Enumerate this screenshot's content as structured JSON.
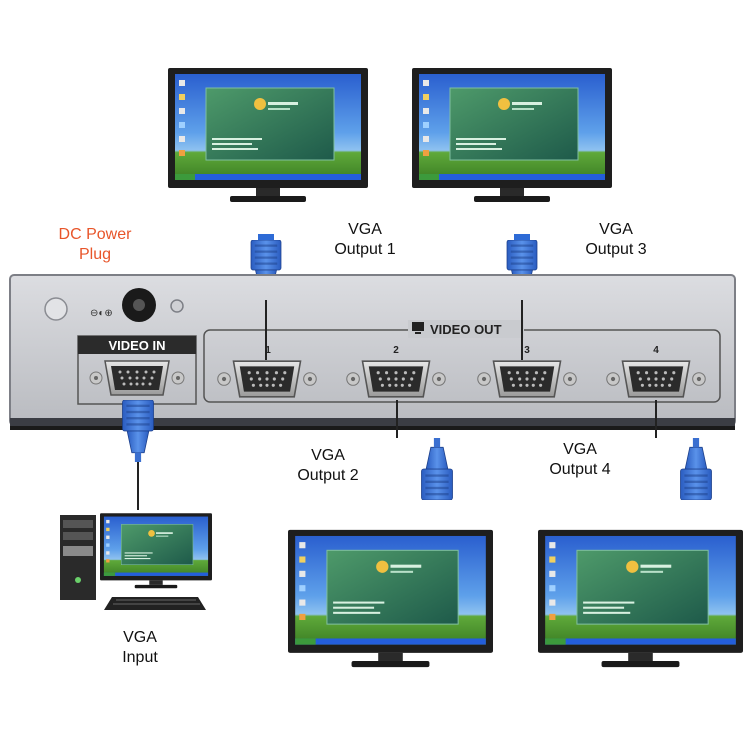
{
  "colors": {
    "switch_body": "#c9cbcf",
    "connector_blue": "#2e67c9",
    "power_label": "#e8552a",
    "screen_sky": "#2e6fd9",
    "screen_grass": "#4e9a2e",
    "monitor_bezel": "#1e1e1e"
  },
  "labels": {
    "dc_power": [
      "DC Power",
      "Plug"
    ],
    "output1": [
      "VGA",
      "Output 1"
    ],
    "output2": [
      "VGA",
      "Output 2"
    ],
    "output3": [
      "VGA",
      "Output 3"
    ],
    "output4": [
      "VGA",
      "Output 4"
    ],
    "input": [
      "VGA",
      "Input"
    ]
  },
  "device": {
    "video_in": "VIDEO IN",
    "video_out": "VIDEO OUT",
    "port_numbers": [
      "1",
      "2",
      "3",
      "4"
    ]
  },
  "icons": [
    "vga-connector-icon",
    "monitor-icon",
    "computer-tower-icon",
    "keyboard-icon",
    "dc-jack-icon",
    "screw-icon"
  ]
}
